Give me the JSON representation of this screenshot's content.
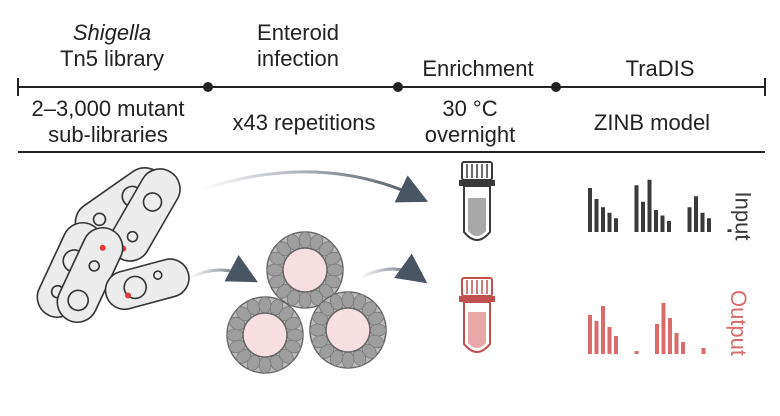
{
  "timeline": {
    "steps": [
      {
        "label_lines": [
          "Shigella",
          "Tn5 library"
        ],
        "italic_first": true
      },
      {
        "label_lines": [
          "Enteroid",
          "infection"
        ]
      },
      {
        "label_lines": [
          "Enrichment"
        ]
      },
      {
        "label_lines": [
          "TraDIS"
        ]
      }
    ],
    "details": [
      {
        "lines": [
          "2–3,000 mutant",
          "sub-libraries"
        ]
      },
      {
        "lines": [
          "x43 repetitions"
        ]
      },
      {
        "lines": [
          "30 °C",
          "overnight"
        ]
      },
      {
        "lines": [
          "ZINB model"
        ]
      }
    ]
  },
  "colors": {
    "input": "#3a3a3a",
    "output": "#d96b6b",
    "output_dark": "#c0504d",
    "mutation_dot": "#e23a3a",
    "arrow": "#4a5563",
    "cell_fill": "#ececec",
    "enteroid_fill": "#f7dfe1"
  },
  "results": {
    "input_label": "Input",
    "output_label": "Output",
    "input_bars": [
      0.8,
      0.6,
      0.45,
      0.35,
      0.25,
      0.85,
      0.55,
      0.95,
      0.4,
      0.3,
      0.2,
      0.45,
      0.65,
      0.35,
      0.25,
      0.05
    ],
    "output_bars": [
      0.65,
      0.55,
      0.8,
      0.45,
      0.3,
      0.05,
      0.5,
      0.85,
      0.6,
      0.35,
      0.2,
      0.1
    ]
  }
}
